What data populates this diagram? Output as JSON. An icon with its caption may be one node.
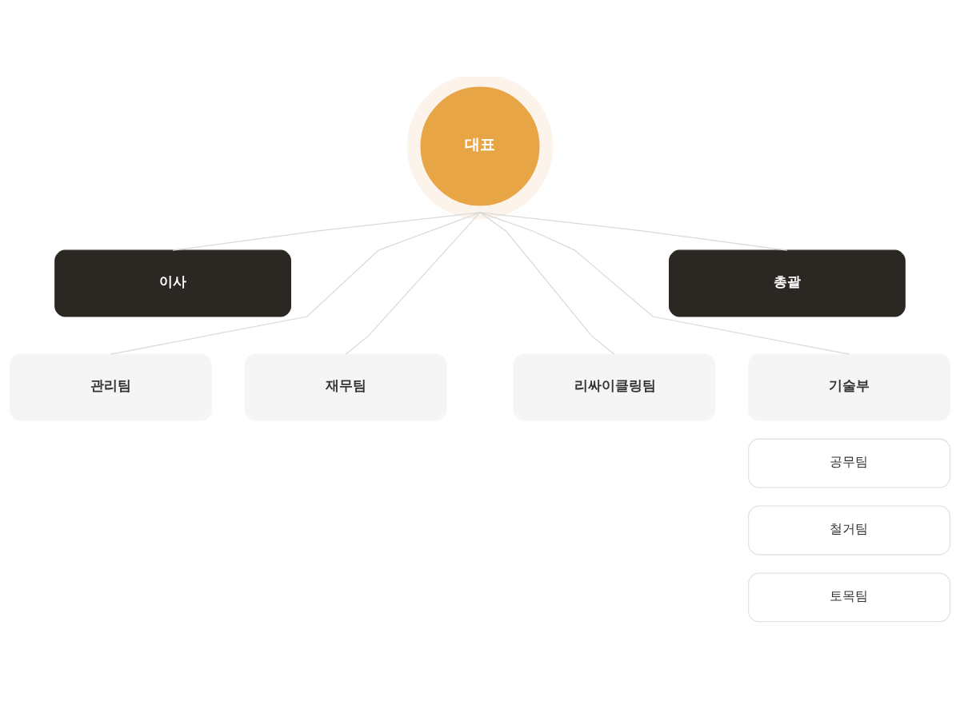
{
  "diagram": {
    "nodes": [
      {
        "text": [
          "대표"
        ]
      },
      {
        "text": [
          "이사"
        ]
      },
      {
        "text": [
          "총괄"
        ]
      },
      {
        "text": [
          "관리팀"
        ]
      },
      {
        "text": [
          "재무팀"
        ]
      },
      {
        "text": [
          "리싸이클링팀"
        ]
      },
      {
        "text": [
          "기술부"
        ]
      },
      {
        "text": [
          "공무팀"
        ]
      },
      {
        "text": [
          "철거팀"
        ]
      },
      {
        "text": [
          "토목팀"
        ]
      }
    ],
    "edges": [
      {
        "from": 0,
        "to": 1,
        "arrow": "none"
      },
      {
        "from": 0,
        "to": 2,
        "arrow": "none"
      },
      {
        "from": 0,
        "to": 3,
        "arrow": "none"
      },
      {
        "from": 0,
        "to": 4,
        "arrow": "none"
      },
      {
        "from": 0,
        "to": 5,
        "arrow": "none"
      },
      {
        "from": 0,
        "to": 6,
        "arrow": "none"
      }
    ]
  }
}
